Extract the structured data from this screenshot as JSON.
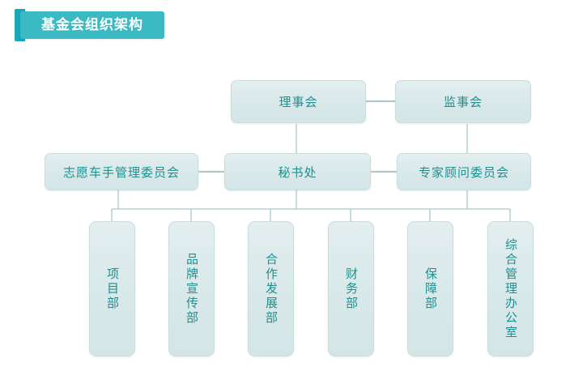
{
  "title": {
    "text": "基金会组织架构",
    "banner_color": "#3bbac4",
    "tab_color": "#18a8b8",
    "text_color": "#ffffff"
  },
  "theme": {
    "node_fill": "#dae9ea",
    "node_border": "#cbdedf",
    "node_text": "#1f8f90",
    "connector": "#b9d2d4",
    "background": "#ffffff"
  },
  "chart_data": {
    "type": "diagram",
    "title": "基金会组织架构",
    "orientation": "top-down",
    "levels": [
      {
        "level": 1,
        "nodes": [
          {
            "id": "board",
            "label": "理事会"
          },
          {
            "id": "supervisors",
            "label": "监事会"
          }
        ],
        "sibling_links": [
          {
            "from": "board",
            "to": "supervisors",
            "style": "horizontal-dash"
          }
        ]
      },
      {
        "level": 2,
        "nodes": [
          {
            "id": "volunteer-committee",
            "label": "志愿车手管理委员会"
          },
          {
            "id": "secretariat",
            "label": "秘书处"
          },
          {
            "id": "expert-committee",
            "label": "专家顾问委员会"
          }
        ],
        "sibling_links": [
          {
            "from": "volunteer-committee",
            "to": "secretariat",
            "style": "horizontal-dash"
          },
          {
            "from": "secretariat",
            "to": "expert-committee",
            "style": "horizontal-dash"
          }
        ]
      },
      {
        "level": 3,
        "nodes": [
          {
            "id": "project-dept",
            "label": "项目部"
          },
          {
            "id": "brand-dept",
            "label": "品牌宣传部"
          },
          {
            "id": "cooperation-dept",
            "label": "合作发展部"
          },
          {
            "id": "finance-dept",
            "label": "财务部"
          },
          {
            "id": "support-dept",
            "label": "保障部"
          },
          {
            "id": "general-office",
            "label": "综合管理办公室"
          }
        ]
      }
    ],
    "edges": [
      {
        "from": "board",
        "to": "secretariat",
        "style": "vertical"
      },
      {
        "from": "supervisors",
        "to": "expert-committee",
        "style": "vertical"
      },
      {
        "from": "volunteer-committee",
        "to": "level3-bus",
        "style": "vertical"
      },
      {
        "from": "secretariat",
        "to": "level3-bus",
        "style": "vertical"
      },
      {
        "from": "expert-committee",
        "to": "level3-bus",
        "style": "vertical"
      },
      {
        "from": "level3-bus",
        "to": "project-dept",
        "style": "vertical"
      },
      {
        "from": "level3-bus",
        "to": "brand-dept",
        "style": "vertical"
      },
      {
        "from": "level3-bus",
        "to": "cooperation-dept",
        "style": "vertical"
      },
      {
        "from": "level3-bus",
        "to": "finance-dept",
        "style": "vertical"
      },
      {
        "from": "level3-bus",
        "to": "support-dept",
        "style": "vertical"
      },
      {
        "from": "level3-bus",
        "to": "general-office",
        "style": "vertical"
      }
    ]
  },
  "nodes": {
    "board": "理事会",
    "supervisors": "监事会",
    "volunteer_committee": "志愿车手管理委员会",
    "secretariat": "秘书处",
    "expert_committee": "专家顾问委员会",
    "project_dept": "项目部",
    "brand_dept": "品牌宣传部",
    "cooperation_dept": "合作发展部",
    "finance_dept": "财务部",
    "support_dept": "保障部",
    "general_office": "综合管理办公室"
  }
}
